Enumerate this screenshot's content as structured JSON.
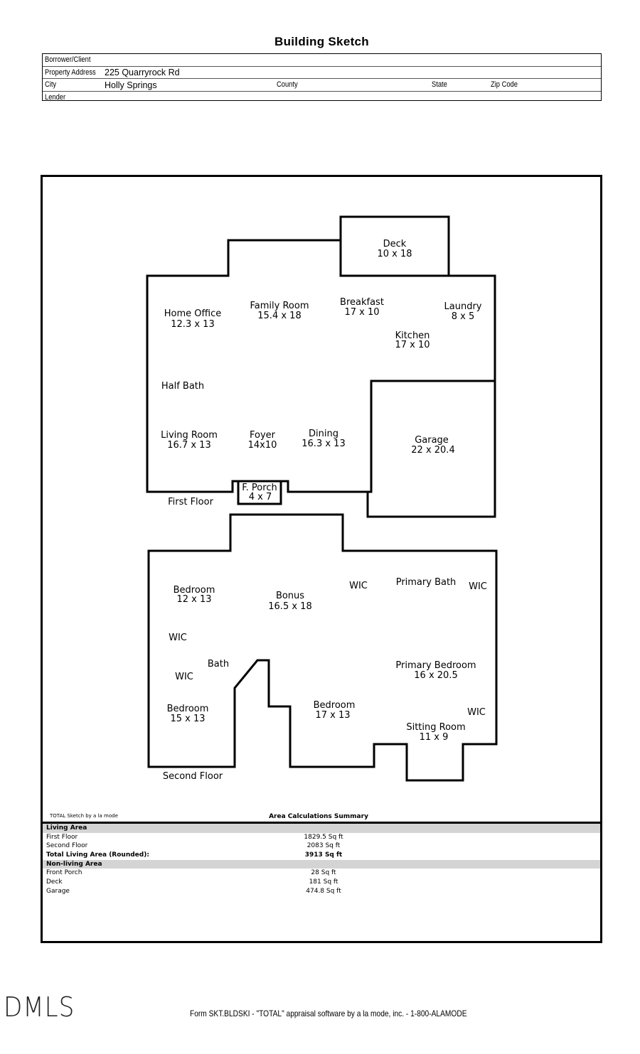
{
  "title": "Building Sketch",
  "info": {
    "borrower_label": "Borrower/Client",
    "address_label": "Property Address",
    "address": "225 Quarryrock Rd",
    "city_label": "City",
    "city": "Holly Springs",
    "county_label": "County",
    "state_label": "State",
    "zip_label": "Zip Code",
    "lender_label": "Lender"
  },
  "first_floor": {
    "label": "First Floor",
    "rooms": [
      {
        "name": "Deck",
        "dims": "10 x 18"
      },
      {
        "name": "Home Office",
        "dims": "12.3 x 13"
      },
      {
        "name": "Family Room",
        "dims": "15.4 x 18"
      },
      {
        "name": "Breakfast",
        "dims": "17 x 10"
      },
      {
        "name": "Laundry",
        "dims": "8 x 5"
      },
      {
        "name": "Kitchen",
        "dims": "17 x 10"
      },
      {
        "name": "Half Bath",
        "dims": ""
      },
      {
        "name": "Living Room",
        "dims": "16.7 x 13"
      },
      {
        "name": "Foyer",
        "dims": "14x10"
      },
      {
        "name": "Dining",
        "dims": "16.3 x 13"
      },
      {
        "name": "Garage",
        "dims": "22 x 20.4"
      },
      {
        "name": "F. Porch",
        "dims": "4 x 7"
      }
    ]
  },
  "second_floor": {
    "label": "Second Floor",
    "rooms": [
      {
        "name": "Bedroom",
        "dims": "12 x 13"
      },
      {
        "name": "Bonus",
        "dims": "16.5 x 18"
      },
      {
        "name": "WIC",
        "dims": ""
      },
      {
        "name": "Primary Bath",
        "dims": ""
      },
      {
        "name": "WIC",
        "dims": ""
      },
      {
        "name": "WIC",
        "dims": ""
      },
      {
        "name": "Bath",
        "dims": ""
      },
      {
        "name": "WIC",
        "dims": ""
      },
      {
        "name": "Primary Bedroom",
        "dims": "16 x 20.5"
      },
      {
        "name": "Bedroom",
        "dims": "15 x 13"
      },
      {
        "name": "Bedroom",
        "dims": "17 x 13"
      },
      {
        "name": "WIC",
        "dims": ""
      },
      {
        "name": "Sitting Room",
        "dims": "11 x 9"
      }
    ]
  },
  "sketch_credit": "TOTAL Sketch by a la mode",
  "summary": {
    "title": "Area Calculations Summary",
    "living_header": "Living Area",
    "living": [
      {
        "label": "First Floor",
        "value": "1829.5 Sq ft"
      },
      {
        "label": "Second Floor",
        "value": "2083 Sq ft"
      }
    ],
    "total_label": "Total Living Area (Rounded):",
    "total_value": "3913 Sq ft",
    "nonliving_header": "Non-living Area",
    "nonliving": [
      {
        "label": "Front Porch",
        "value": "28 Sq ft"
      },
      {
        "label": "Deck",
        "value": "181 Sq ft"
      },
      {
        "label": "Garage",
        "value": "474.8 Sq ft"
      }
    ]
  },
  "logo": "DMLS",
  "footer": "Form SKT.BLDSKI - \"TOTAL\" appraisal software by a la mode, inc. - 1-800-ALAMODE"
}
